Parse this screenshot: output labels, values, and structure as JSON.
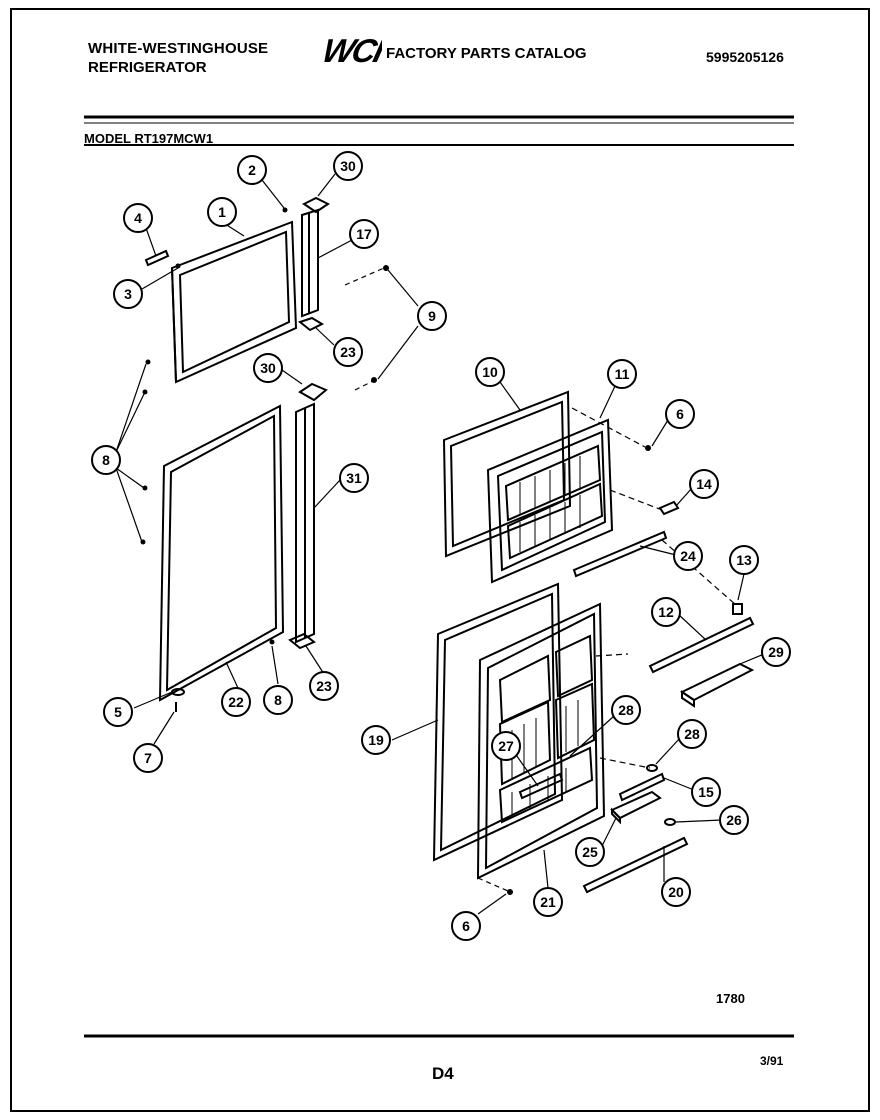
{
  "header": {
    "brand_line1": "WHITE-WESTINGHOUSE",
    "brand_line2": "REFRIGERATOR",
    "logo_text": "WCI",
    "catalog_title": "FACTORY PARTS CATALOG",
    "catalog_number": "5995205126",
    "model": "MODEL RT197MCW1"
  },
  "footer": {
    "drawing_code": "1780",
    "page_code": "D4",
    "date_code": "3/91"
  },
  "callouts": [
    "1",
    "2",
    "3",
    "4",
    "5",
    "6",
    "6",
    "7",
    "8",
    "8",
    "9",
    "10",
    "11",
    "12",
    "13",
    "14",
    "15",
    "17",
    "19",
    "20",
    "21",
    "22",
    "23",
    "23",
    "24",
    "25",
    "26",
    "27",
    "28",
    "28",
    "29",
    "30",
    "30",
    "31"
  ]
}
